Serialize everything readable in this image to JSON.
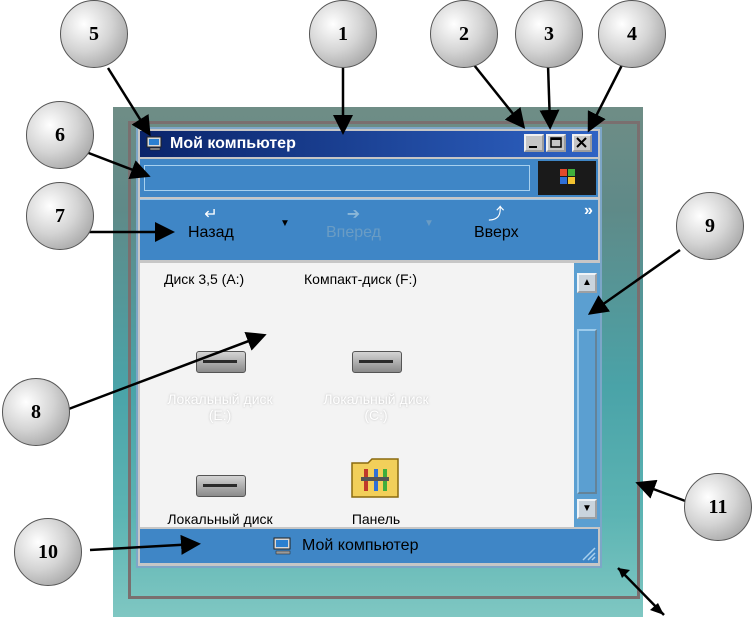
{
  "window": {
    "title": "Мой компьютер"
  },
  "toolbar": {
    "back_label": "Назад",
    "forward_label": "Вперед",
    "up_label": "Вверх",
    "more_glyph": "»"
  },
  "content": {
    "items": [
      {
        "label": "Диск 3,5 (A:)"
      },
      {
        "label": "Компакт-диск (F:)"
      },
      {
        "label_line1": "Локальный диск",
        "label_line2": "(E:)"
      },
      {
        "label_line1": "Локальный диск",
        "label_line2": "(C:)"
      },
      {
        "label": "Локальный диск"
      },
      {
        "label": "Панель"
      }
    ]
  },
  "statusbar": {
    "text": "Мой компьютер"
  },
  "scrollbar": {
    "up_glyph": "▲",
    "down_glyph": "▼"
  },
  "callouts": [
    "1",
    "2",
    "3",
    "4",
    "5",
    "6",
    "7",
    "8",
    "9",
    "10",
    "11"
  ],
  "colors": {
    "title_bar": "#0a246a",
    "accent_blue": "#3f86c6",
    "content_bg": "#f3f3f3"
  }
}
